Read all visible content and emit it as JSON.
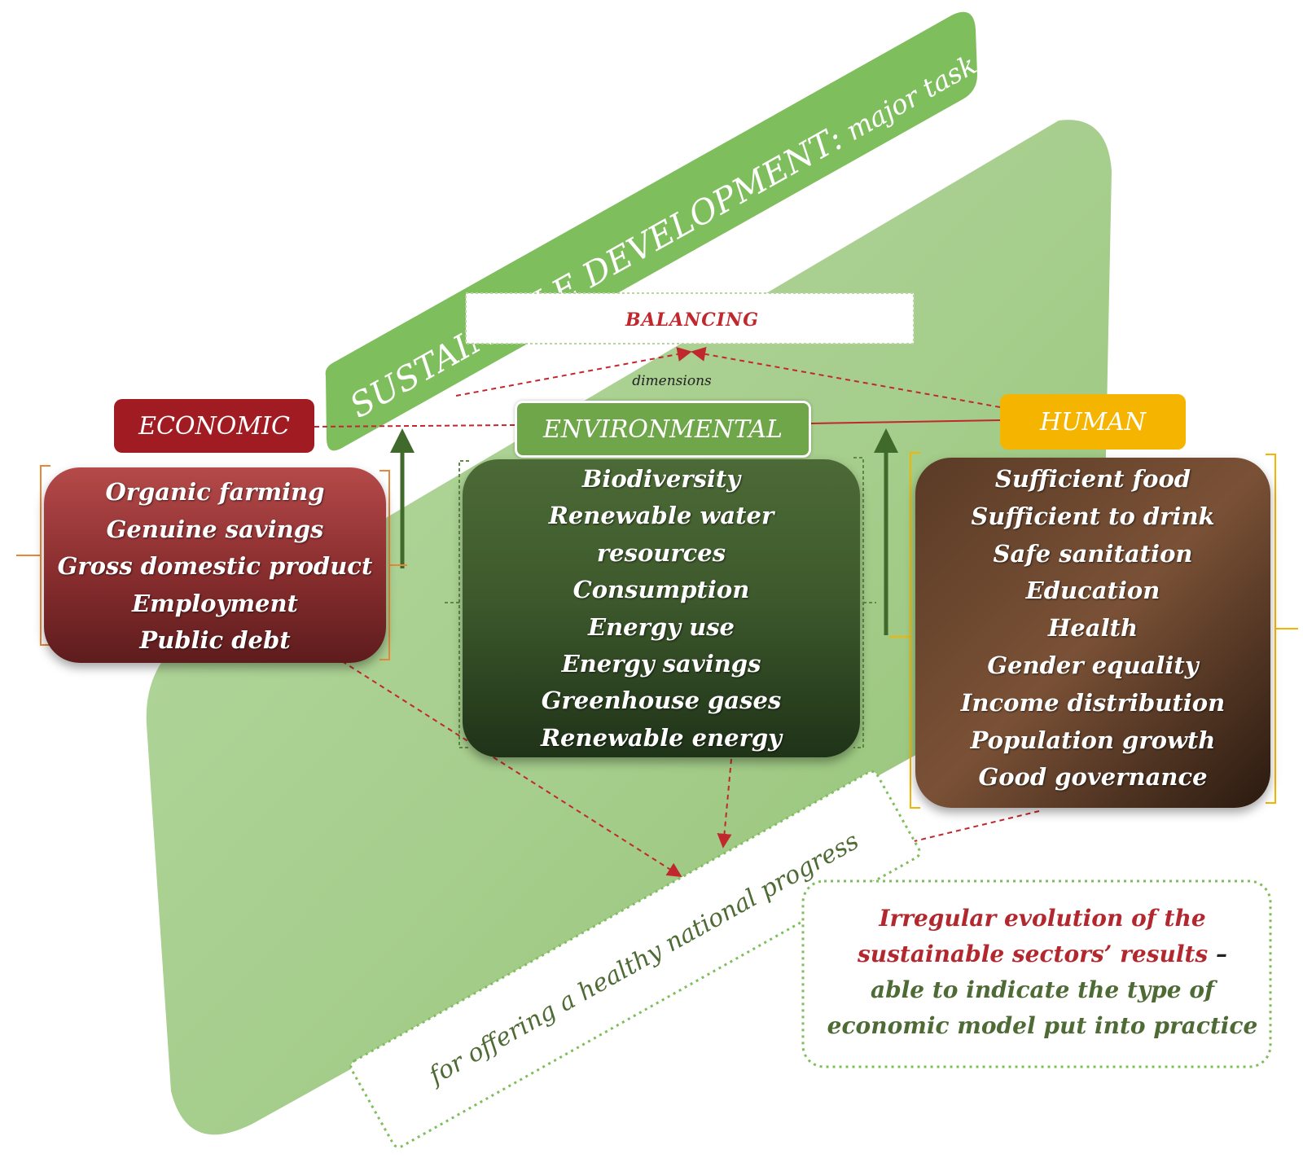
{
  "title": {
    "main": "SUSTAINABLE DEVELOPMENT:",
    "sub": " major task"
  },
  "balancing": "BALANCING",
  "dimensions_label": "dimensions",
  "economic": {
    "label": "ECONOMIC",
    "items": [
      "Organic farming",
      "Genuine savings",
      "Gross domestic product",
      "Employment",
      "Public debt"
    ]
  },
  "environmental": {
    "label": "ENVIRONMENTAL",
    "items": [
      "Biodiversity",
      "Renewable water",
      "resources",
      "Consumption",
      "Energy use",
      "Energy savings",
      "Greenhouse gases",
      "Renewable energy"
    ]
  },
  "human": {
    "label": "HUMAN",
    "items": [
      "Sufficient food",
      "Sufficient to drink",
      "Safe sanitation",
      "Education",
      "Health",
      "Gender equality",
      "Income distribution",
      "Population growth",
      "Good governance"
    ]
  },
  "progress_text": "for offering a healthy national progress",
  "irregular": {
    "line1": "Irregular evolution of the",
    "line2_red": "sustainable sectors’ results",
    "line2_dash": " –",
    "line3": "able to indicate the type of",
    "line4": "economic model put into practice"
  },
  "colors": {
    "economic": "#a01c22",
    "environmental": "#6fa64a",
    "human": "#f5b400",
    "banner": "#7fbe5c",
    "plane": "#a9d091",
    "accent_red": "#c0282e",
    "arrow_dark_green": "#3f6a2c",
    "text_green": "#4e6b35"
  }
}
